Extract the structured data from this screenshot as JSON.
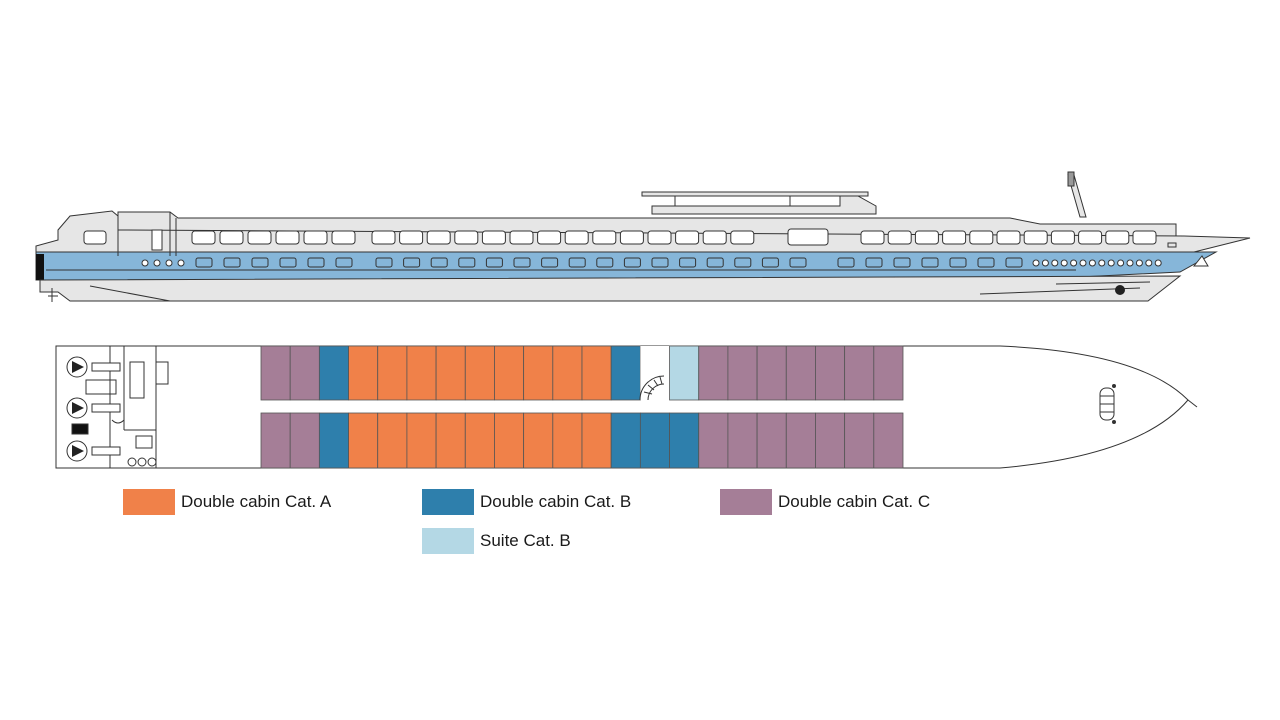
{
  "colors": {
    "cat_a": "#F08149",
    "cat_b": "#2E7FAC",
    "cat_c": "#A57E97",
    "suite_b": "#B4D8E5",
    "hull_band": "#86B6D9",
    "superstructure": "#E6E6E6",
    "outline": "#333333"
  },
  "deck": {
    "top_row": [
      "cat_c",
      "cat_c",
      "cat_b",
      "cat_a",
      "cat_a",
      "cat_a",
      "cat_a",
      "cat_a",
      "cat_a",
      "cat_a",
      "cat_a",
      "cat_a",
      "cat_b",
      "stair",
      "suite_b",
      "cat_c",
      "cat_c",
      "cat_c",
      "cat_c",
      "cat_c",
      "cat_c",
      "cat_c"
    ],
    "bottom_row": [
      "cat_c",
      "cat_c",
      "cat_b",
      "cat_a",
      "cat_a",
      "cat_a",
      "cat_a",
      "cat_a",
      "cat_a",
      "cat_a",
      "cat_a",
      "cat_a",
      "cat_b",
      "cat_b",
      "cat_b",
      "cat_c",
      "cat_c",
      "cat_c",
      "cat_c",
      "cat_c",
      "cat_c",
      "cat_c"
    ]
  },
  "legend": [
    {
      "key": "cat_a",
      "label": "Double cabin Cat. A"
    },
    {
      "key": "cat_b",
      "label": "Double cabin Cat. B"
    },
    {
      "key": "cat_c",
      "label": "Double cabin Cat. C"
    },
    {
      "key": "suite_b",
      "label": "Suite Cat. B"
    }
  ]
}
